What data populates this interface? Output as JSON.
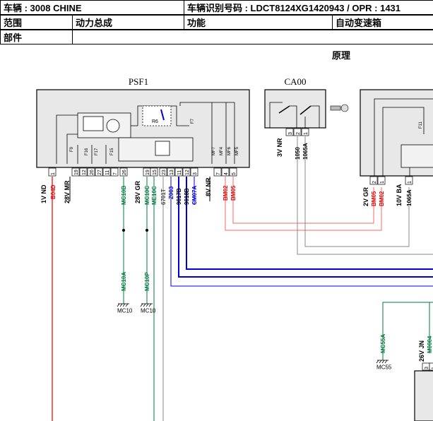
{
  "header": {
    "vehicle_label": "车辆 : 3008 CHINE",
    "vin_label": "车辆识别号码 : LDCT8124XG1420943 / OPR : 1431",
    "scope_label": "范围",
    "scope_value": "动力总成",
    "function_label": "功能",
    "function_value": "自动变速箱",
    "part_label": "部件",
    "part_value": ""
  },
  "section_title": "原理",
  "components": {
    "psf1": {
      "name": "PSF1",
      "pins": [
        "1",
        "19",
        "12",
        "26",
        "27",
        "11",
        "7",
        "26",
        "19",
        "15",
        "23",
        "13",
        "11",
        "12",
        "3",
        "7",
        "4",
        "5"
      ],
      "relay": "R6",
      "fuses": [
        "F9",
        "F16",
        "F17",
        "F15",
        "F7",
        "MF7",
        "MF4",
        "MF6",
        "MF5"
      ],
      "connectors": [
        "1V ND",
        "28V MR",
        "28V GR",
        "8V NR"
      ]
    },
    "ca00": {
      "name": "CA00",
      "pins": [
        "3",
        "2",
        "1"
      ],
      "connector": "3V NR"
    },
    "right_box": {
      "pins": [
        "2",
        "1",
        "1"
      ],
      "fuse": "F11",
      "connectors": [
        "2V GR",
        "10V BA"
      ]
    },
    "bottom_box": {
      "pins": [
        "3",
        "1"
      ],
      "connector": "26V JN"
    }
  },
  "wires": {
    "b04d": "B04D",
    "mc10b": "MC10B",
    "mc10c": "MC10C",
    "me10c": "ME10C",
    "w6701t": "6701T",
    "z003": "Z003",
    "w9017b": "9017B",
    "w9018b": "9018B",
    "cm07a": "CM07A",
    "bm02": "BM02",
    "bm05": "BM05",
    "w1050": "1050",
    "w1065a": "1065A",
    "bm05b": "BM05",
    "bm02b": "BM02",
    "w1065a_b": "1065A",
    "mc10a": "MC10A",
    "mc10p": "MC10P",
    "mc55a": "MC55A",
    "m0004": "M0004"
  },
  "grounds": {
    "mc10_a": "MC10",
    "mc10_b": "MC10",
    "mc55": "MC55"
  },
  "colors": {
    "red": "#e60000",
    "pink": "#ff6666",
    "green": "#007a3d",
    "blue": "#0000dd",
    "gray": "#888888",
    "black": "#000000"
  }
}
